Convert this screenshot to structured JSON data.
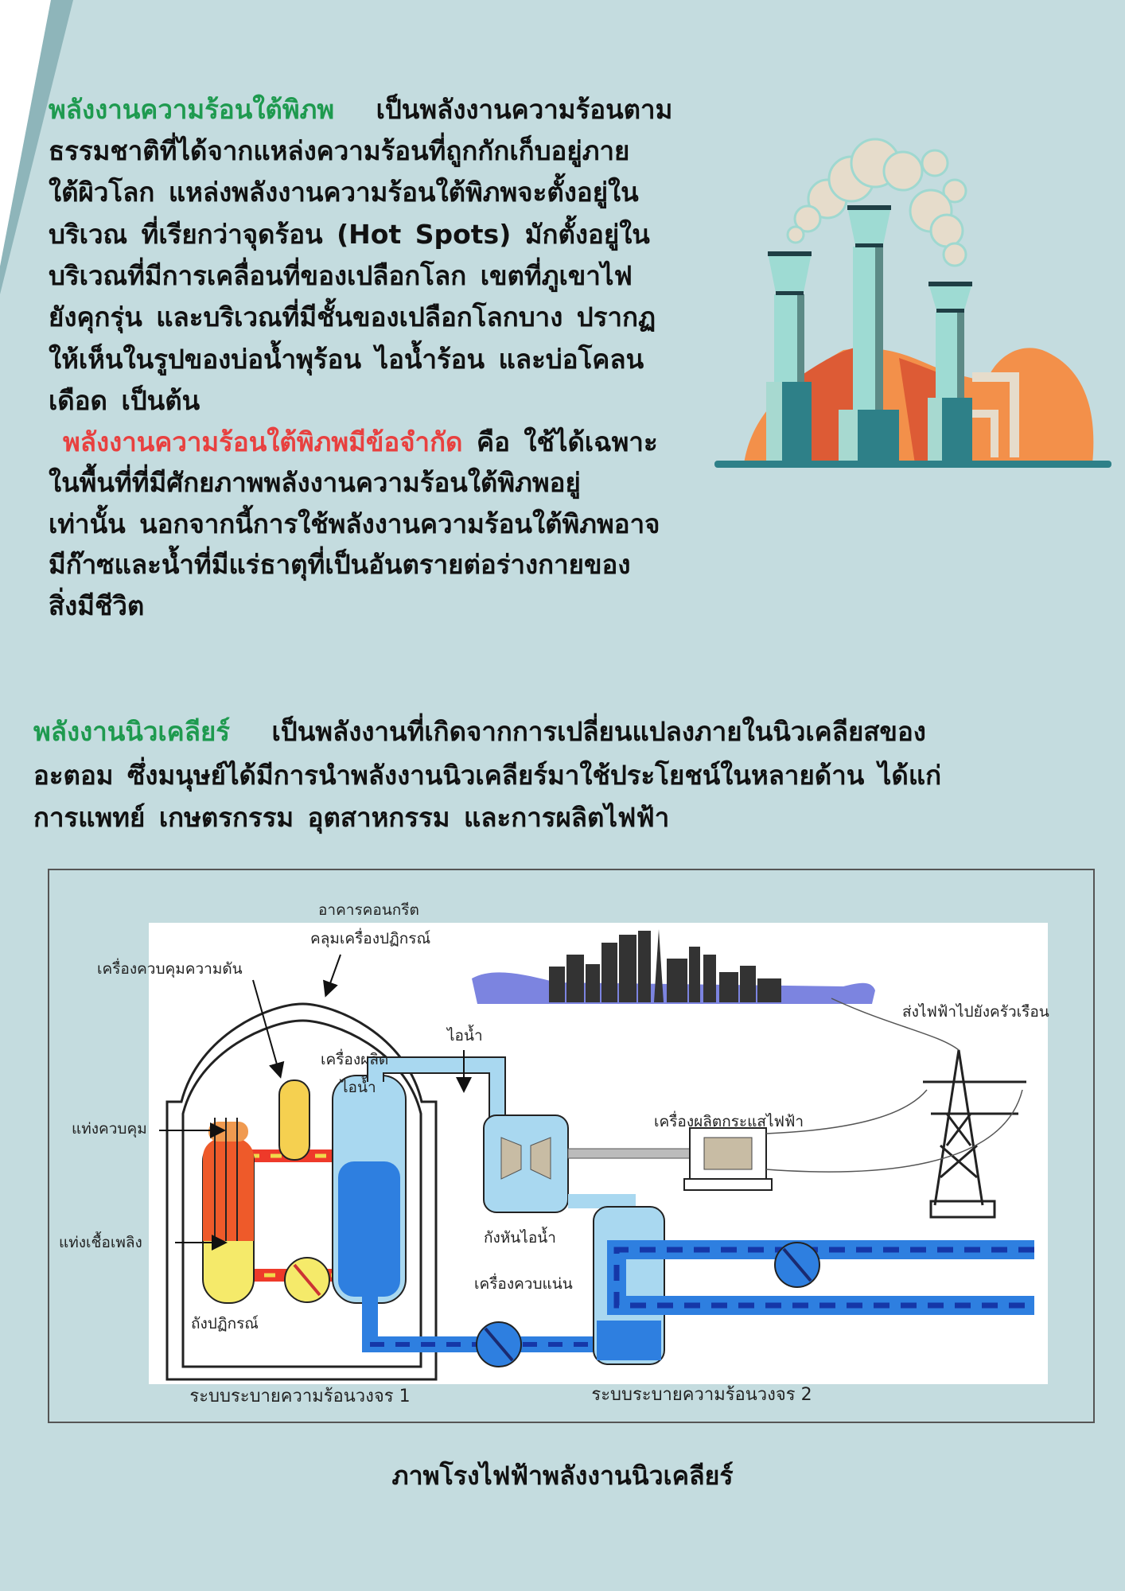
{
  "colors": {
    "background": "#c4dcdf",
    "heading_green": "#1e9a4f",
    "heading_red": "#e8403f",
    "stripe": "#8eb5ba"
  },
  "geothermal": {
    "heading": "พลังงานความร้อนใต้พิภพ",
    "first_line_rest": "เป็นพลังงานความร้อนตาม",
    "lines": [
      "ธรรมชาติที่ได้จากแหล่งความร้อนที่ถูกกักเก็บอยู่ภาย",
      "ใต้ผิวโลก  แหล่งพลังงานความร้อนใต้พิภพจะตั้งอยู่ใน",
      "บริเวณ   ที่เรียกว่าจุดร้อน (Hot  Spots) มักตั้งอยู่ใน",
      "บริเวณที่มีการเคลื่อนที่ของเปลือกโลก    เขตที่ภูเขาไฟ",
      "ยังคุกรุ่น และบริเวณที่มีชั้นของเปลือกโลกบาง ปรากฏ",
      "ให้เห็นในรูปของบ่อน้ำพุร้อน ไอน้ำร้อน และบ่อโคลน",
      "เดือด เป็นต้น"
    ]
  },
  "limitation": {
    "heading": "พลังงานความร้อนใต้พิภพมีข้อจำกัด",
    "first_line_rest": "คือ ใช้ได้เฉพาะ",
    "lines": [
      "ในพื้นที่ที่มีศักยภาพพลังงานความร้อนใต้พิภพอยู่",
      "เท่านั้น  นอกจากนี้การใช้พลังงานความร้อนใต้พิภพอาจ",
      "มีก๊าซและน้ำที่มีแร่ธาตุที่เป็นอันตรายต่อร่างกายของ",
      "สิ่งมีชีวิต"
    ]
  },
  "nuclear": {
    "heading": "พลังงานนิวเคลียร์",
    "first_line_rest": "เป็นพลังงานที่เกิดจากการเปลี่ยนแปลงภายในนิวเคลียสของ",
    "lines": [
      "อะตอม ซึ่งมนุษย์ได้มีการนำพลังงานนิวเคลียร์มาใช้ประโยชน์ในหลายด้าน ได้แก่",
      "การแพทย์ เกษตรกรรม อุตสาหกรรม และการผลิตไฟฟ้า"
    ]
  },
  "diagram": {
    "containment_1": "อาคารคอนกรีต",
    "containment_2": "คลุมเครื่องปฏิกรณ์",
    "pressurizer": "เครื่องควบคุมความดัน",
    "steam_gen_1": "เครื่องผลิต",
    "steam_gen_2": "ไอน้ำ",
    "steam": "ไอน้ำ",
    "to_homes": "ส่งไฟฟ้าไปยังครัวเรือน",
    "control_rods": "แท่งควบคุม",
    "generator": "เครื่องผลิตกระแสไฟฟ้า",
    "fuel_rods": "แท่งเชื้อเพลิง",
    "turbine": "กังหันไอน้ำ",
    "condenser": "เครื่องควบแน่น",
    "reactor": "ถังปฏิกรณ์",
    "loop_1": "ระบบระบายความร้อนวงจร 1",
    "loop_2": "ระบบระบายความร้อนวงจร 2"
  },
  "caption": "ภาพโรงไฟฟ้าพลังงานนิวเคลียร์"
}
